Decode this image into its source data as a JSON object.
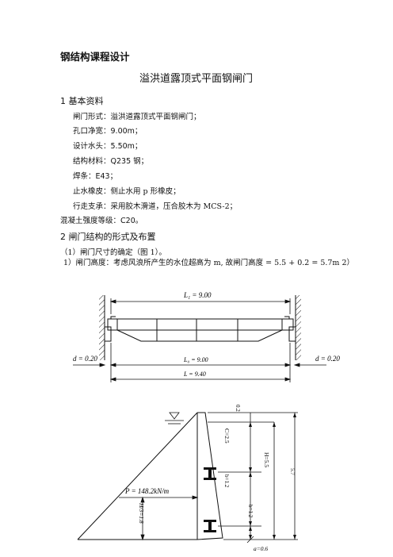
{
  "header": {
    "course": "钢结构课程设计",
    "title": "溢洪道露顶式平面钢闸门"
  },
  "section1": {
    "heading": "1 基本资料",
    "items": [
      {
        "label": "闸门形式：",
        "value": "溢洪道露顶式平面钢闸门；"
      },
      {
        "label": "孔口净宽：",
        "value": "9.00m；"
      },
      {
        "label": "设计水头：",
        "value": "5.50m；"
      },
      {
        "label": "结构材料：",
        "value": "Q235 钢；"
      },
      {
        "label": "焊条：",
        "value": "E43；"
      },
      {
        "label": "止水橡皮：",
        "value": "侧止水用 p 形橡皮；"
      },
      {
        "label": "行走支承：",
        "value": "采用胶木滑道，压合胶木为 MCS-2；"
      },
      {
        "label": "混凝土强度等级：",
        "value": "C20。"
      }
    ]
  },
  "section2": {
    "heading": "2 闸门结构的形式及布置",
    "p1": "（1）闸门尺寸的确定（图 1）。",
    "p2": "1）闸门高度：考虑风浪所产生的水位超高为 m, 故闸门高度 = 5.5 + 0.2 = 5.7m  2）"
  },
  "fig_plan": {
    "L1": "L₁ = 9.00",
    "L0": "L₀ = 9.00",
    "L": "L = 9.40",
    "d_left": "d = 0.20",
    "d_right": "d = 0.20"
  },
  "fig_section": {
    "dim_top": "0.2",
    "C": "C=2.5",
    "H": "H=5.5",
    "total": "5.7",
    "b_upper": "b=1.2",
    "b_lower": "b=1.2",
    "H_third": "H/3=1.8",
    "P": "P = 148.2kN/m",
    "a": "a=0.6"
  }
}
